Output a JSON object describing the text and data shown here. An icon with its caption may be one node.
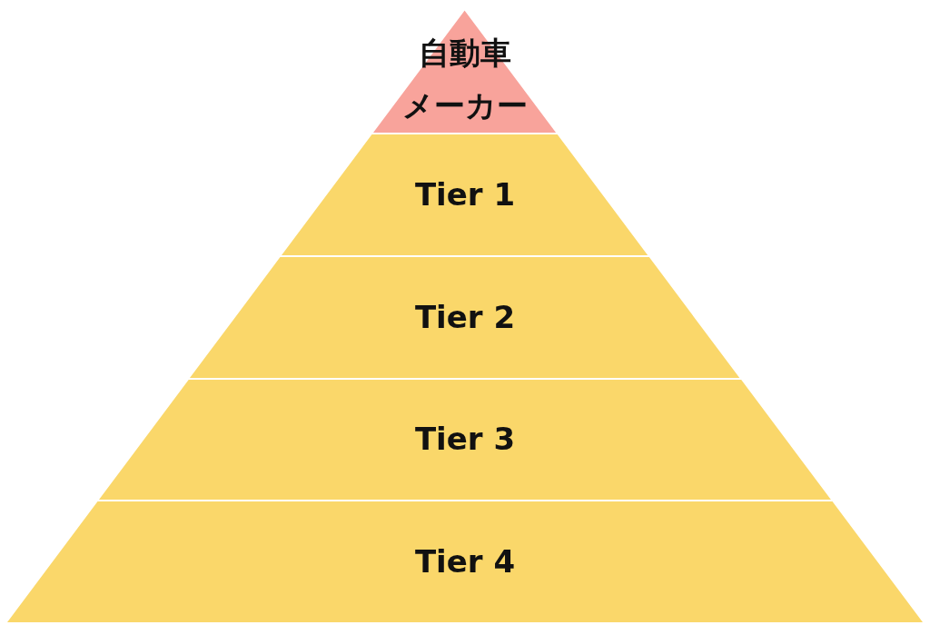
{
  "diagram": {
    "nodes": [
      {
        "text": [
          "自動車メーカー"
        ]
      },
      {
        "text": [
          "Tier 1"
        ]
      },
      {
        "text": [
          "Tier 2"
        ]
      },
      {
        "text": [
          "Tier 3"
        ]
      },
      {
        "text": [
          "Tier 4"
        ]
      }
    ]
  }
}
